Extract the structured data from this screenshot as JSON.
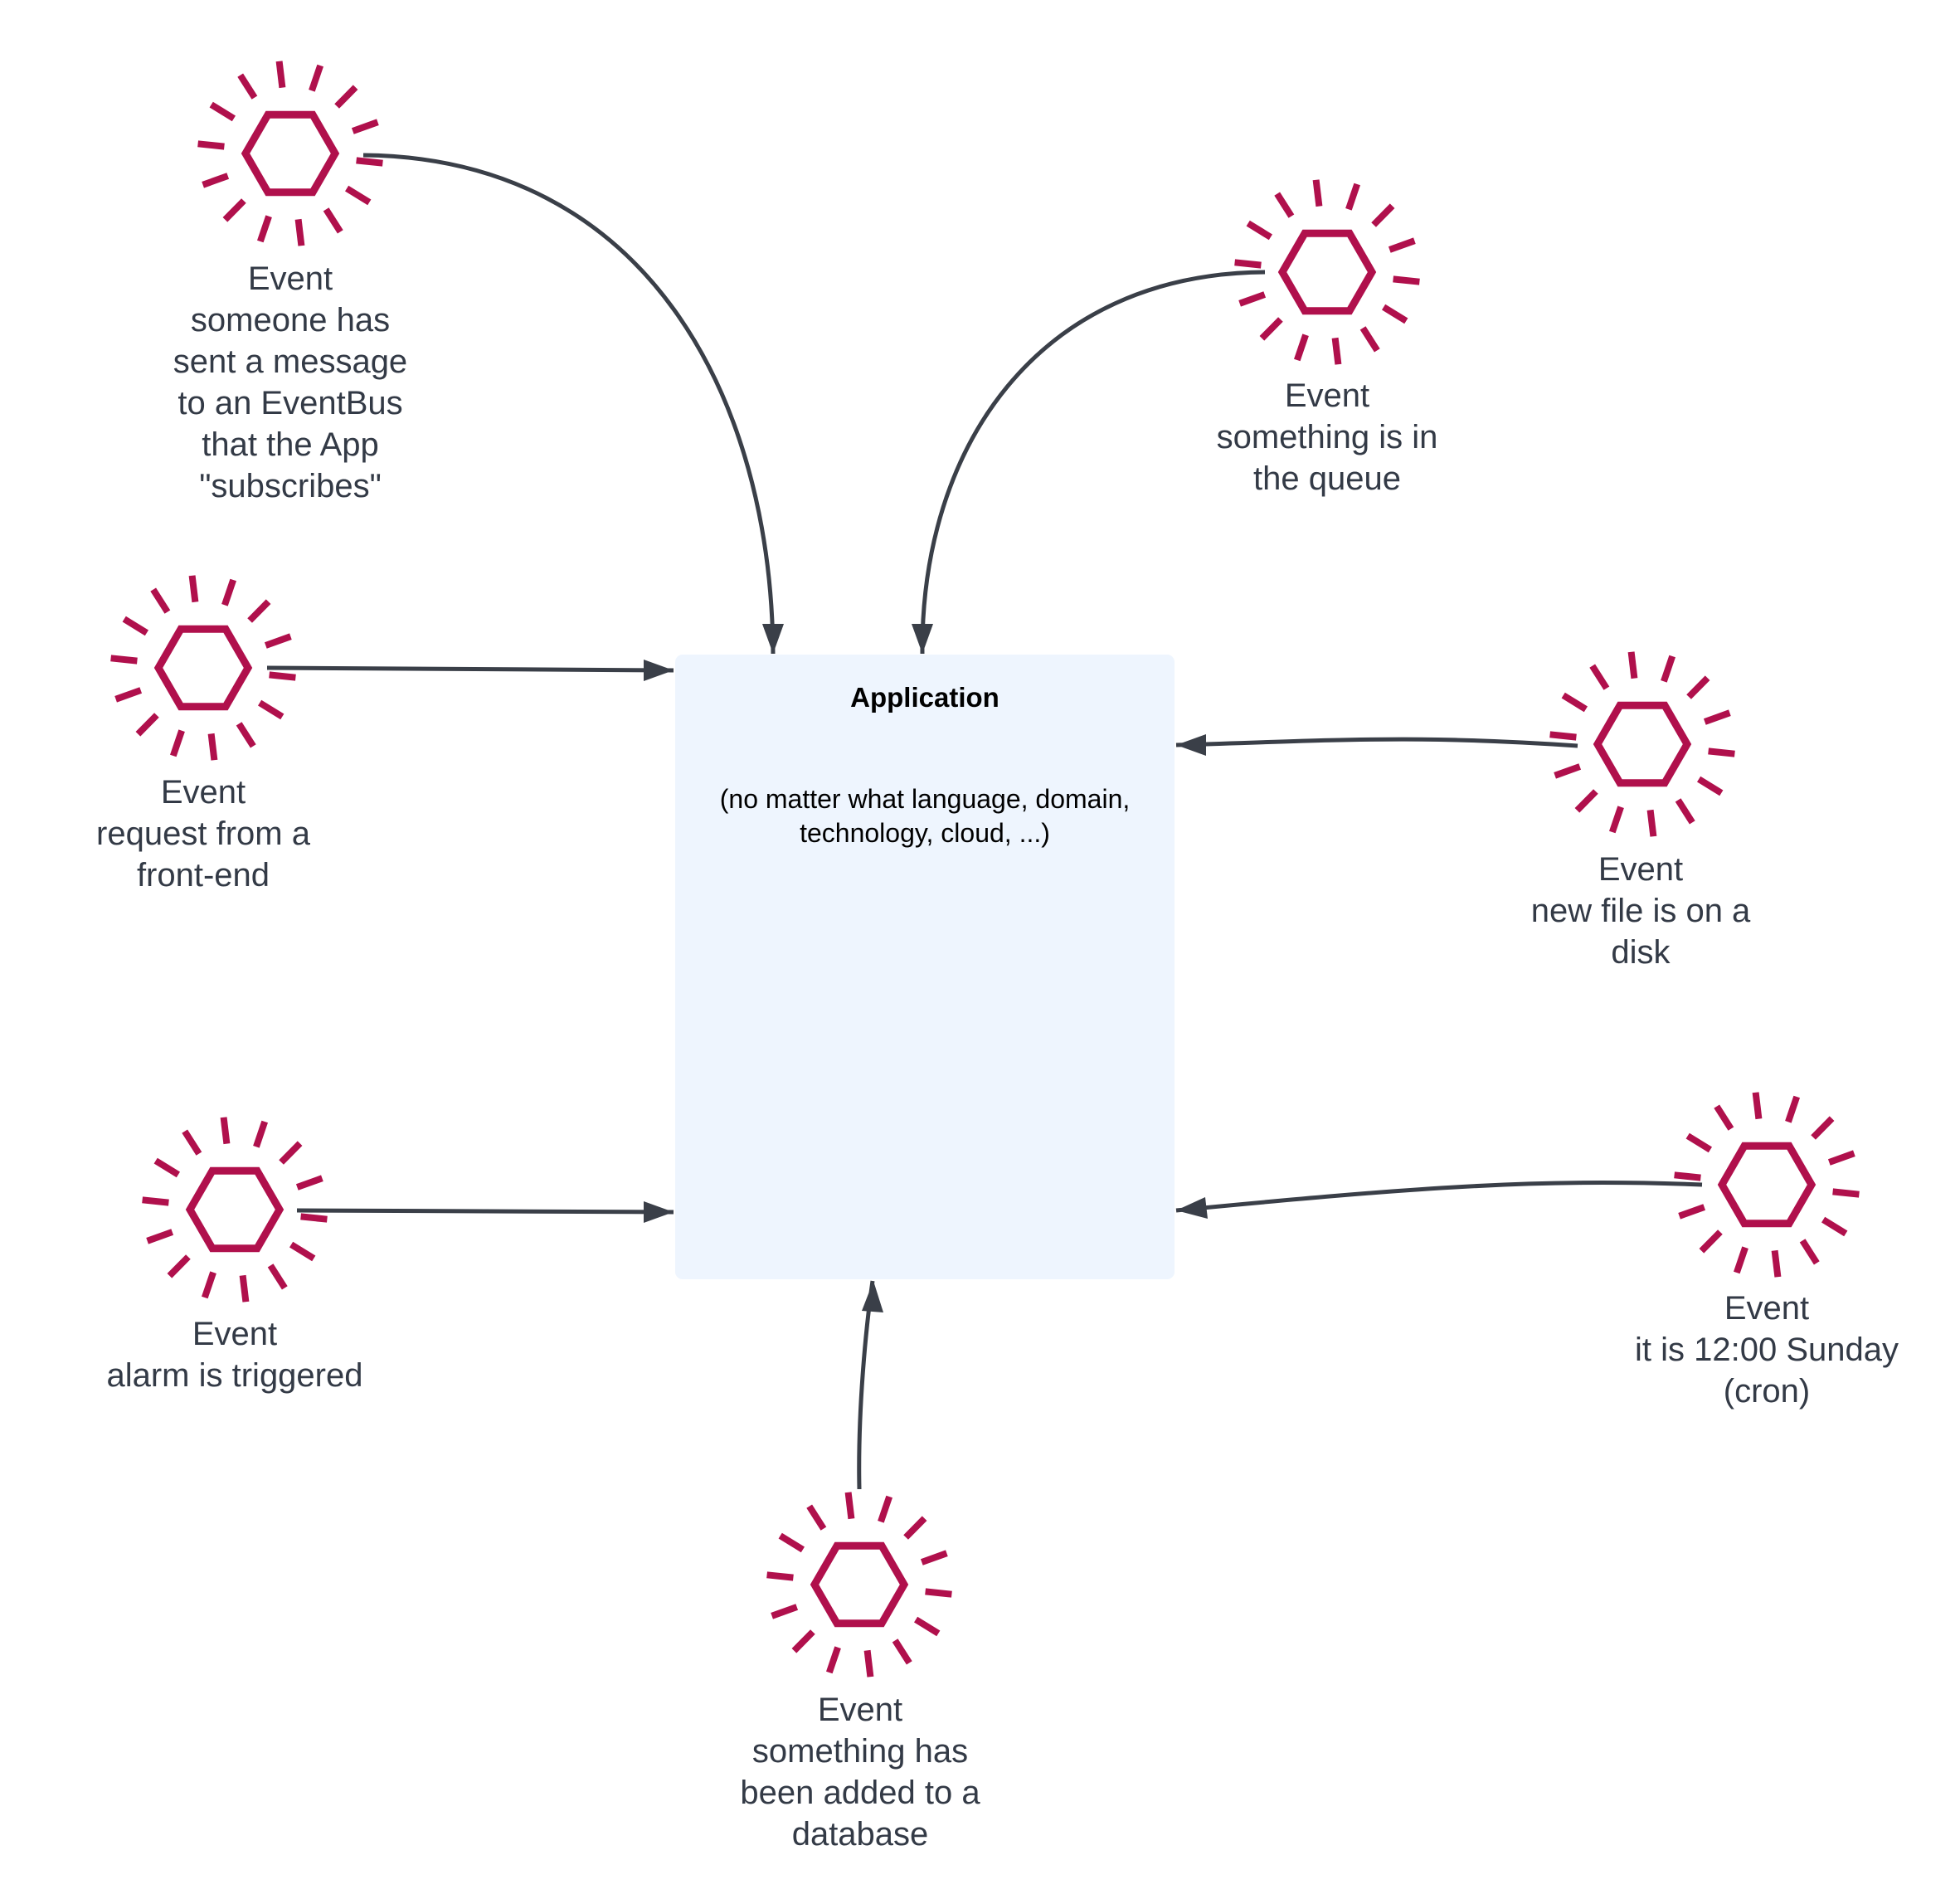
{
  "colors": {
    "event_icon": "#b0104c",
    "connector": "#3a3f48",
    "app_box": "#eef5fe",
    "label_text": "#333a46"
  },
  "application": {
    "title": "Application",
    "description_lines": [
      "(no matter what language, domain,",
      "technology, cloud, ...)"
    ]
  },
  "events": [
    {
      "id": "eventbus",
      "icon": "sunburst-hexagon-icon",
      "lines": [
        "Event",
        "someone has",
        "sent a message",
        "to an EventBus",
        "that the App",
        "\"subscribes\""
      ]
    },
    {
      "id": "queue",
      "icon": "sunburst-hexagon-icon",
      "lines": [
        "Event",
        "something is in",
        "the queue"
      ]
    },
    {
      "id": "frontend",
      "icon": "sunburst-hexagon-icon",
      "lines": [
        "Event",
        "request from a",
        "front-end"
      ]
    },
    {
      "id": "file",
      "icon": "sunburst-hexagon-icon",
      "lines": [
        "Event",
        "new file is on a",
        "disk"
      ]
    },
    {
      "id": "alarm",
      "icon": "sunburst-hexagon-icon",
      "lines": [
        "Event",
        "alarm is triggered"
      ]
    },
    {
      "id": "cron",
      "icon": "sunburst-hexagon-icon",
      "lines": [
        "Event",
        "it is 12:00 Sunday",
        "(cron)"
      ]
    },
    {
      "id": "database",
      "icon": "sunburst-hexagon-icon",
      "lines": [
        "Event",
        "something has",
        "been added to a",
        "database"
      ]
    }
  ]
}
